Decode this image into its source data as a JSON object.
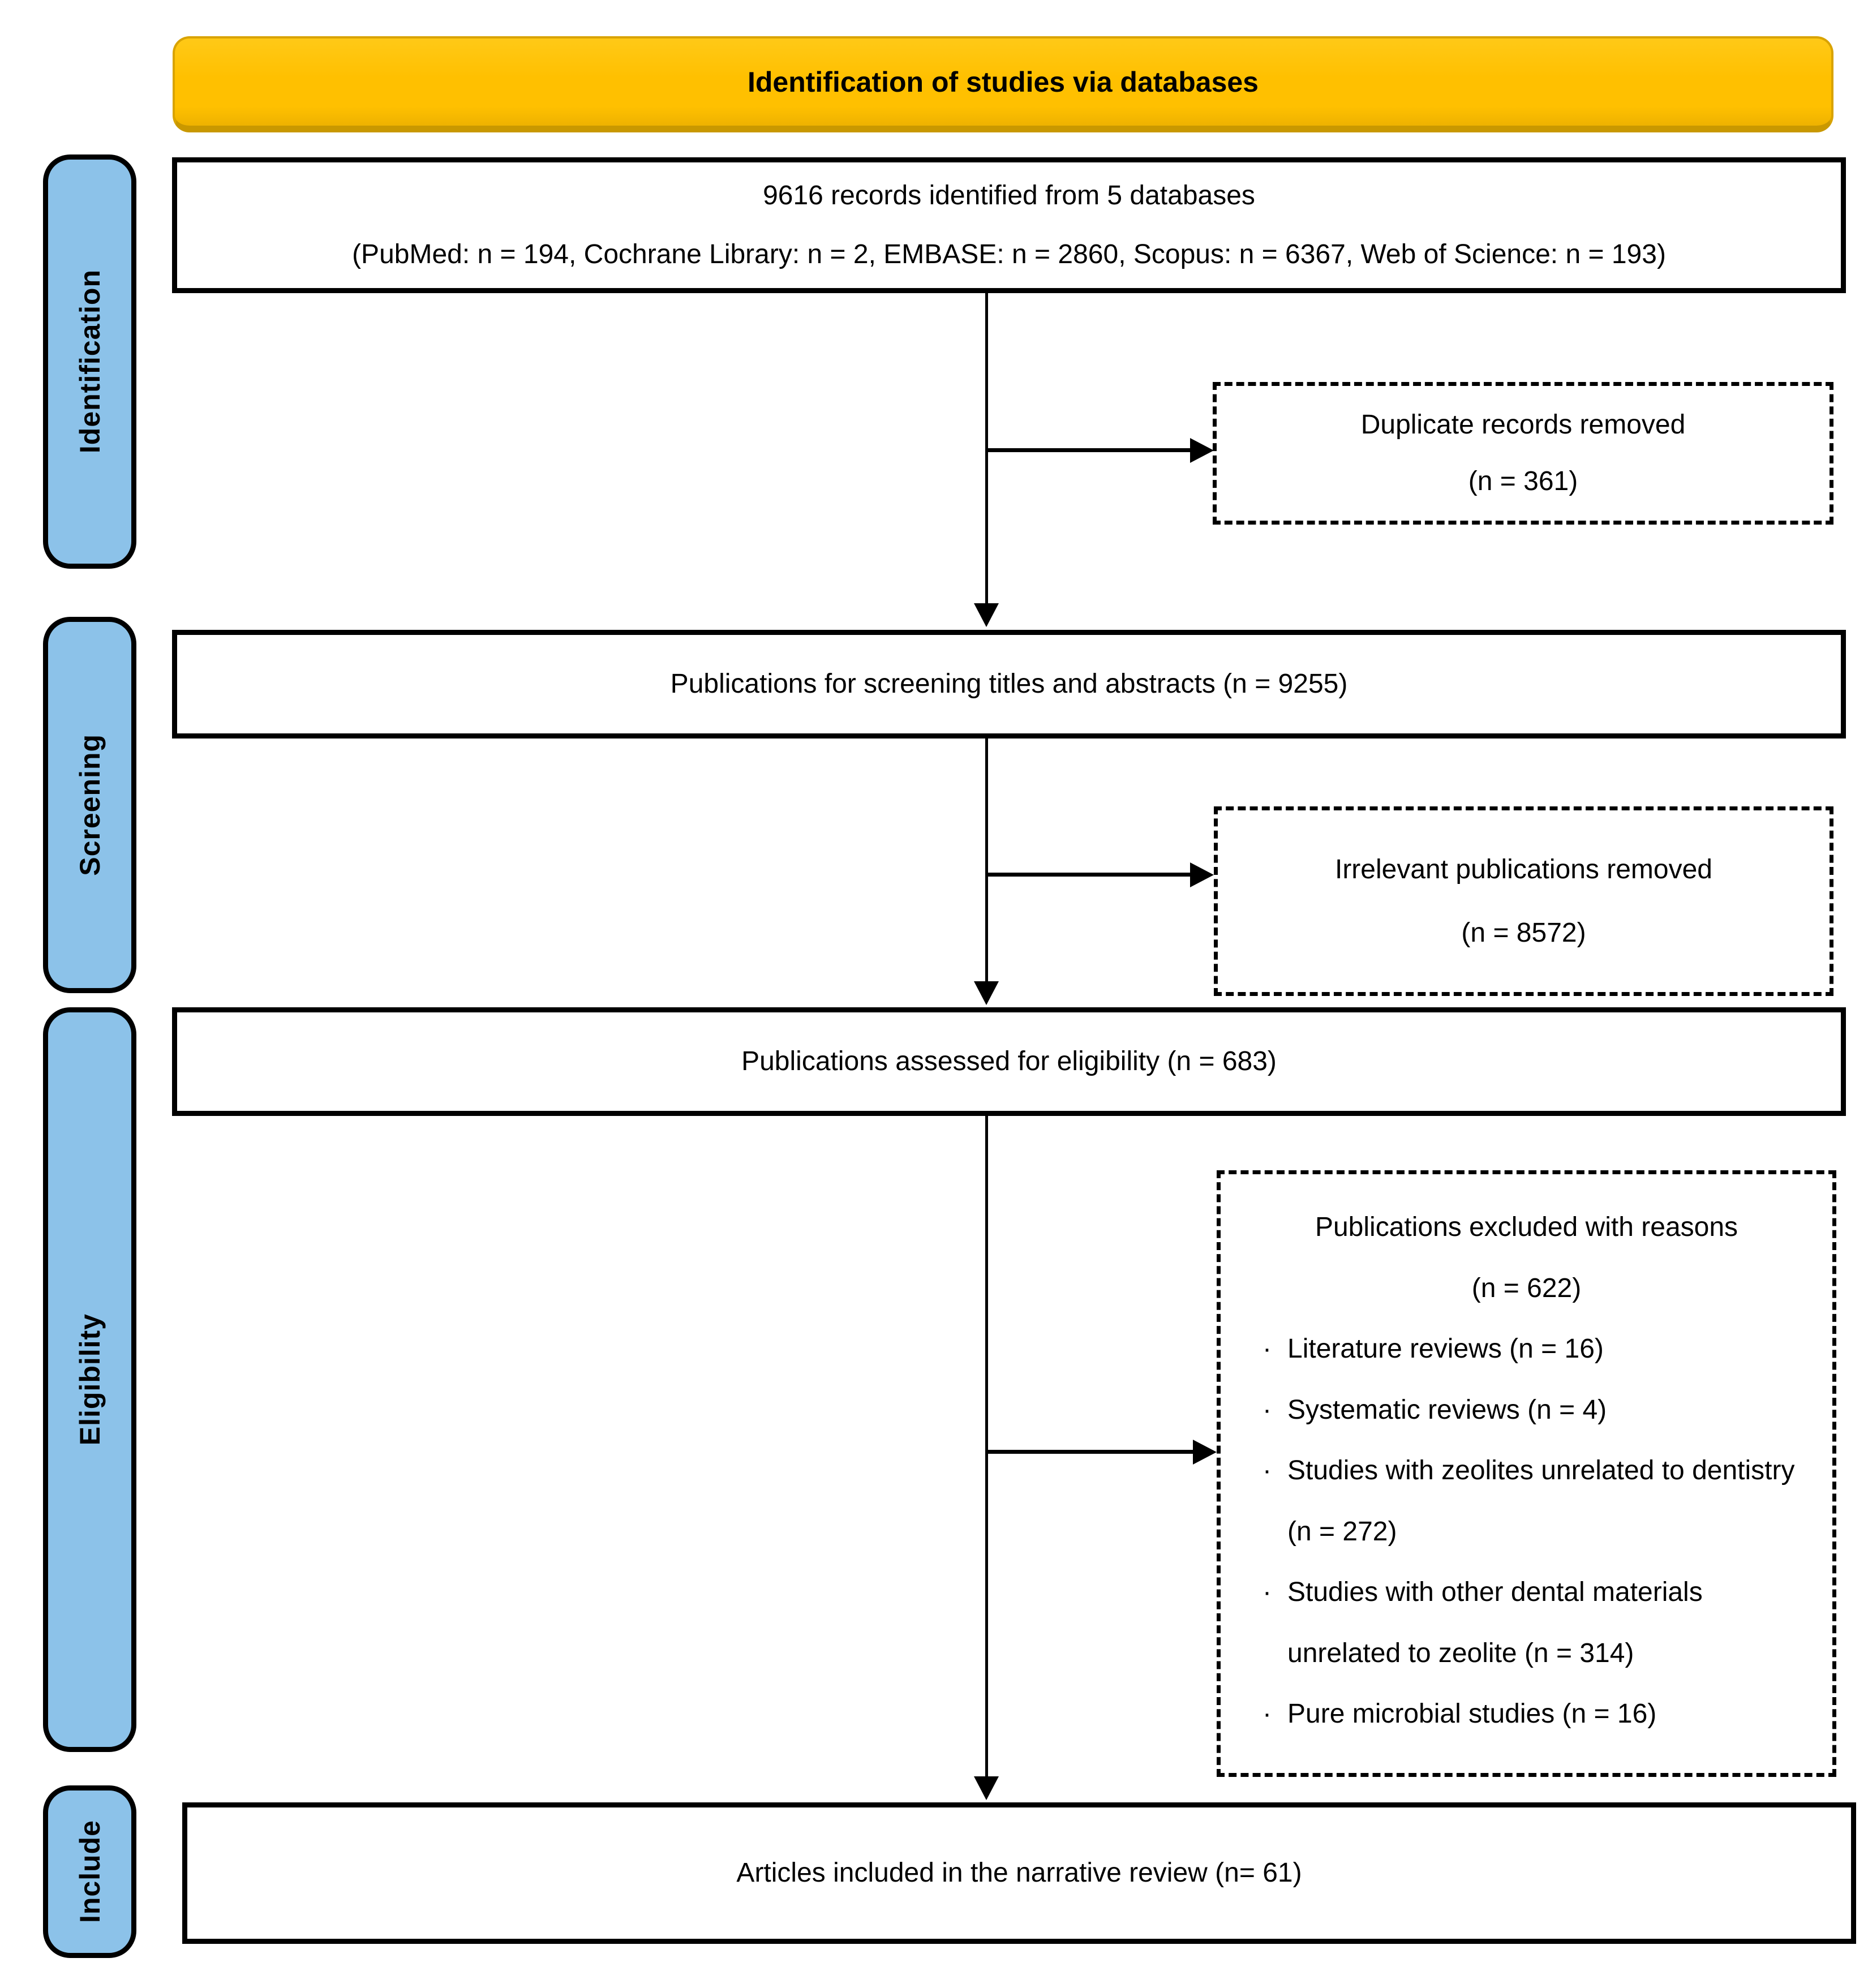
{
  "header": {
    "title": "Identification of studies via databases"
  },
  "colors": {
    "banner_fill": "#FFC000",
    "banner_edge": "#D9A300",
    "stage_fill": "#8CC2E9",
    "line": "#000000",
    "box_bg": "#FFFFFF"
  },
  "stages": {
    "identification": "Identification",
    "screening": "Screening",
    "eligibility": "Eligibility",
    "include": "Include"
  },
  "flow_boxes": {
    "records": {
      "line1": "9616 records identified from 5 databases",
      "line2": "(PubMed: n = 194, Cochrane Library: n = 2, EMBASE: n = 2860, Scopus: n = 6367, Web of Science: n = 193)"
    },
    "screening": {
      "text": "Publications for screening titles and abstracts (n = 9255)"
    },
    "eligibility": {
      "text": "Publications assessed for eligibility (n = 683)"
    },
    "included": {
      "text": "Articles included in the narrative review (n= 61)"
    }
  },
  "exclusion_boxes": {
    "duplicates": {
      "line1": "Duplicate records removed",
      "line2": "(n = 361)"
    },
    "irrelevant": {
      "line1": "Irrelevant publications removed",
      "line2": "(n = 8572)"
    },
    "excluded": {
      "line1": "Publications excluded with reasons",
      "line2": "(n = 622)",
      "bullet": "·",
      "items": [
        "Literature reviews (n = 16)",
        "Systematic reviews (n = 4)",
        "Studies with zeolites unrelated to dentistry (n = 272)",
        "Studies with other dental materials unrelated to zeolite (n = 314)",
        "Pure microbial studies (n = 16)"
      ]
    }
  }
}
